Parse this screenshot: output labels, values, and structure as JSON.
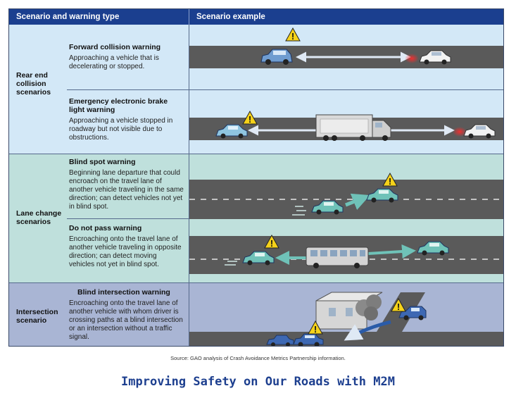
{
  "header": {
    "col1": "Scenario and warning type",
    "col2": "Scenario example"
  },
  "groups": {
    "rear_end": "Rear end collision scenarios",
    "lane_change": "Lane change scenarios",
    "intersection": "Intersection scenario"
  },
  "warnings": {
    "forward": {
      "title": "Forward collision warning",
      "text": "Approaching a vehicle that is decelerating or stopped."
    },
    "brake": {
      "title": "Emergency electronic brake light warning",
      "text": "Approaching a vehicle stopped in roadway but not visible due to obstructions."
    },
    "blind_spot": {
      "title": "Blind spot warning",
      "text": "Beginning lane departure that could encroach on the travel lane of another vehicle traveling in the same direction; can detect vehicles not yet in blind spot."
    },
    "no_pass": {
      "title": "Do not pass warning",
      "text": "Encroaching onto the travel lane of another vehicle traveling in opposite direction; can detect moving vehicles not yet in blind spot."
    },
    "intersection": {
      "title": "Blind intersection warning",
      "text": "Encroaching onto the travel lane of another vehicle with whom driver is crossing paths at a blind intersection or an intersection without a traffic signal."
    }
  },
  "warning_symbol": "!",
  "source": "Source: GAO analysis of Crash Avoidance Metrics Partnership information.",
  "caption": "Improving Safety on Our Roads with M2M",
  "colors": {
    "header": "#1b3f8f",
    "rear_end_bg": "#d3e8f7",
    "lane_bg": "#bfe0dc",
    "intersection_bg": "#a9b5d4",
    "road": "#5a5a5a",
    "warning_yellow": "#f5d21a",
    "caption": "#1d3f8f"
  }
}
